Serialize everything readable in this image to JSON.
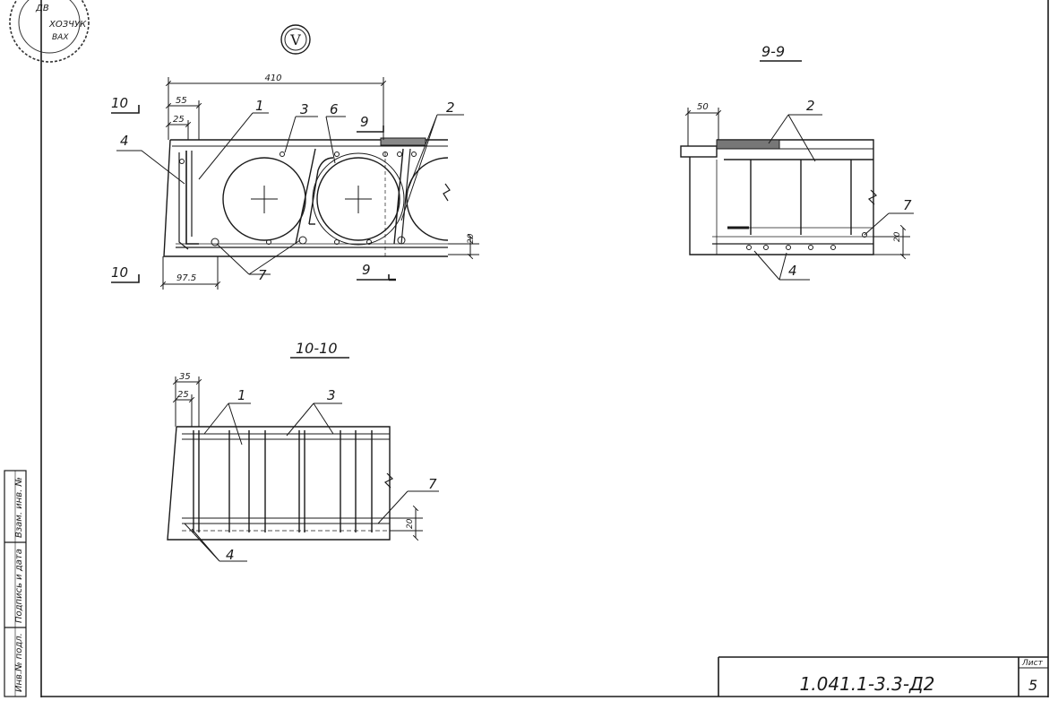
{
  "section_mark": "V",
  "view_main": {
    "dim_total": "410",
    "dim_55": "55",
    "dim_25": "25",
    "dim_97_5": "97.5",
    "dim_20": "20",
    "cut_10_left_top": "10",
    "cut_10_left_bottom": "10",
    "cut_9_top": "9",
    "cut_9_bottom": "9",
    "callouts": [
      "1",
      "3",
      "6",
      "2",
      "4",
      "7"
    ]
  },
  "section_9_9": {
    "title": "9-9",
    "dim_50": "50",
    "dim_20": "20",
    "callouts": [
      "2",
      "7",
      "4"
    ]
  },
  "section_10_10": {
    "title": "10-10",
    "dim_35": "35",
    "dim_25": "25",
    "dim_20": "20",
    "callouts": [
      "1",
      "3",
      "7",
      "4"
    ]
  },
  "stamp": {
    "lines": [
      "ДВ",
      "ХОЗЧУК",
      "ВАХ"
    ]
  },
  "side_strip": {
    "labels": [
      "Взам. инв. №",
      "Подпись и дата",
      "Инв.№ подл."
    ]
  },
  "title_block": {
    "code": "1.041.1-3.3-Д2",
    "sheet_label": "Лист",
    "sheet_number": "5"
  }
}
